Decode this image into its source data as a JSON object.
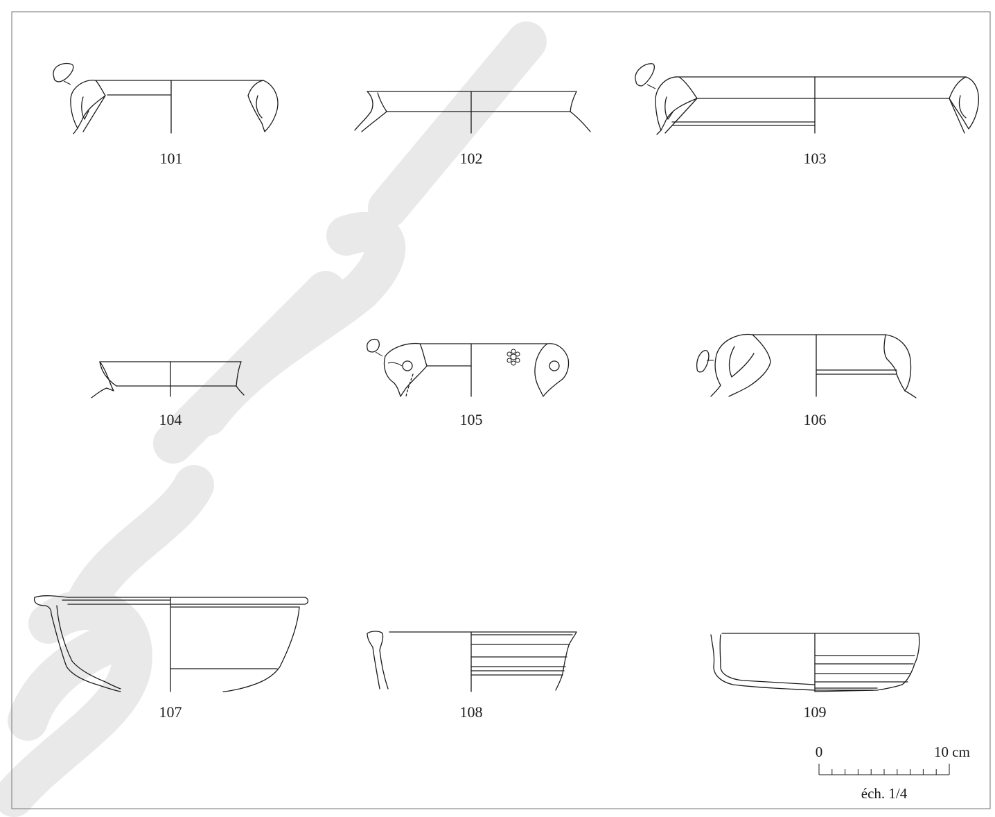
{
  "figures": [
    {
      "id": "101",
      "label": "101"
    },
    {
      "id": "102",
      "label": "102"
    },
    {
      "id": "103",
      "label": "103"
    },
    {
      "id": "104",
      "label": "104"
    },
    {
      "id": "105",
      "label": "105"
    },
    {
      "id": "106",
      "label": "106"
    },
    {
      "id": "107",
      "label": "107"
    },
    {
      "id": "108",
      "label": "108"
    },
    {
      "id": "109",
      "label": "109"
    }
  ],
  "scale": {
    "start_label": "0",
    "end_label": "10 cm",
    "ratio_label": "éch. 1/4",
    "length_cm": 10
  },
  "colors": {
    "ink": "#1a1a1a",
    "frame": "#8a8a8a",
    "watermark": "#e9e9e9"
  }
}
